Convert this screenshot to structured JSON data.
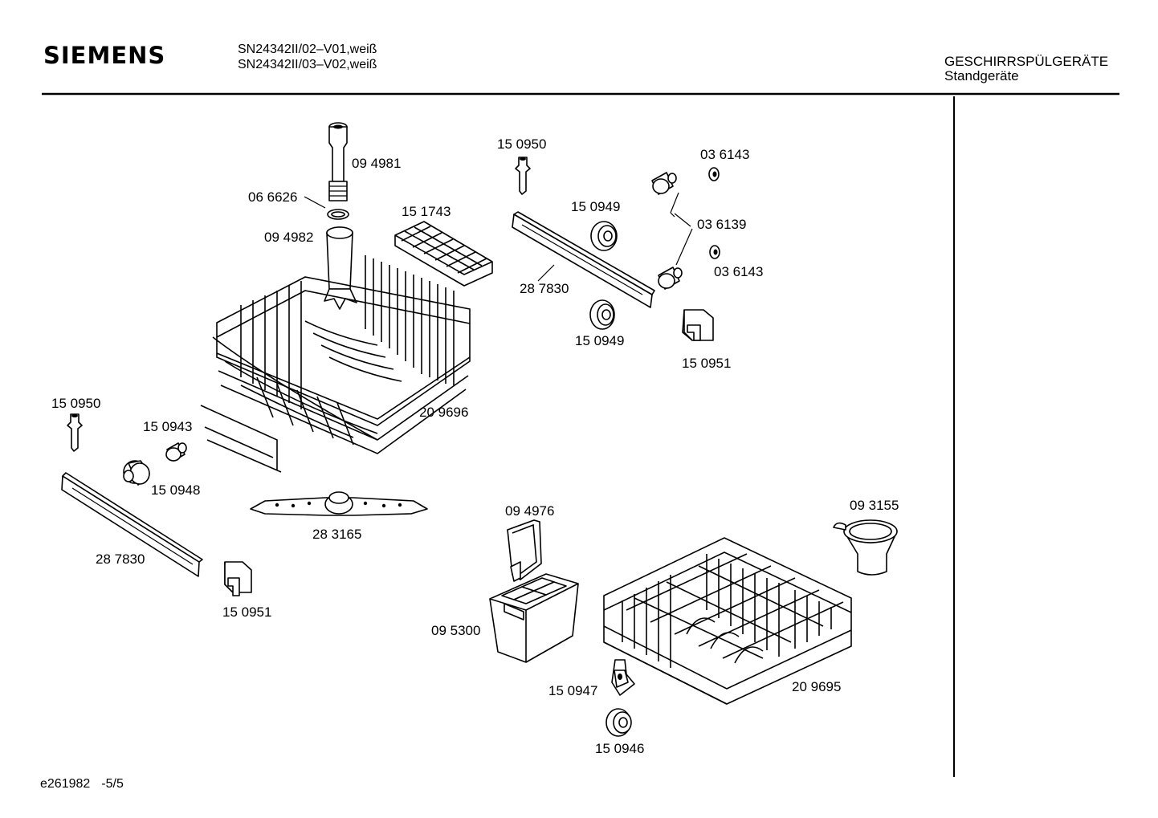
{
  "header": {
    "brand": "SIEMENS",
    "model_line_1": "SN24342II/02–V01,weiß",
    "model_line_2": "SN24342II/03–V02,weiß",
    "category": "GESCHIRRSPÜLGERÄTE",
    "subcategory": "Standgeräte"
  },
  "footer": {
    "doc_id": "e261982",
    "page": "-5/5"
  },
  "parts": {
    "p094981": "09 4981",
    "p066626": "06 6626",
    "p094982": "09 4982",
    "p151743": "15 1743",
    "p150950_top": "15 0950",
    "p150949_a": "15 0949",
    "p036143_a": "03 6143",
    "p036139": "03 6139",
    "p036143_b": "03 6143",
    "p287830_right": "28 7830",
    "p150949_b": "15 0949",
    "p150951_right": "15 0951",
    "p209696": "20 9696",
    "p150950_left": "15 0950",
    "p150943": "15 0943",
    "p150948": "15 0948",
    "p283165": "28 3165",
    "p287830_left": "28 7830",
    "p150951_left": "15 0951",
    "p094976": "09 4976",
    "p093155": "09 3155",
    "p095300": "09 5300",
    "p150947": "15 0947",
    "p209695": "20 9695",
    "p150946": "15 0946"
  }
}
